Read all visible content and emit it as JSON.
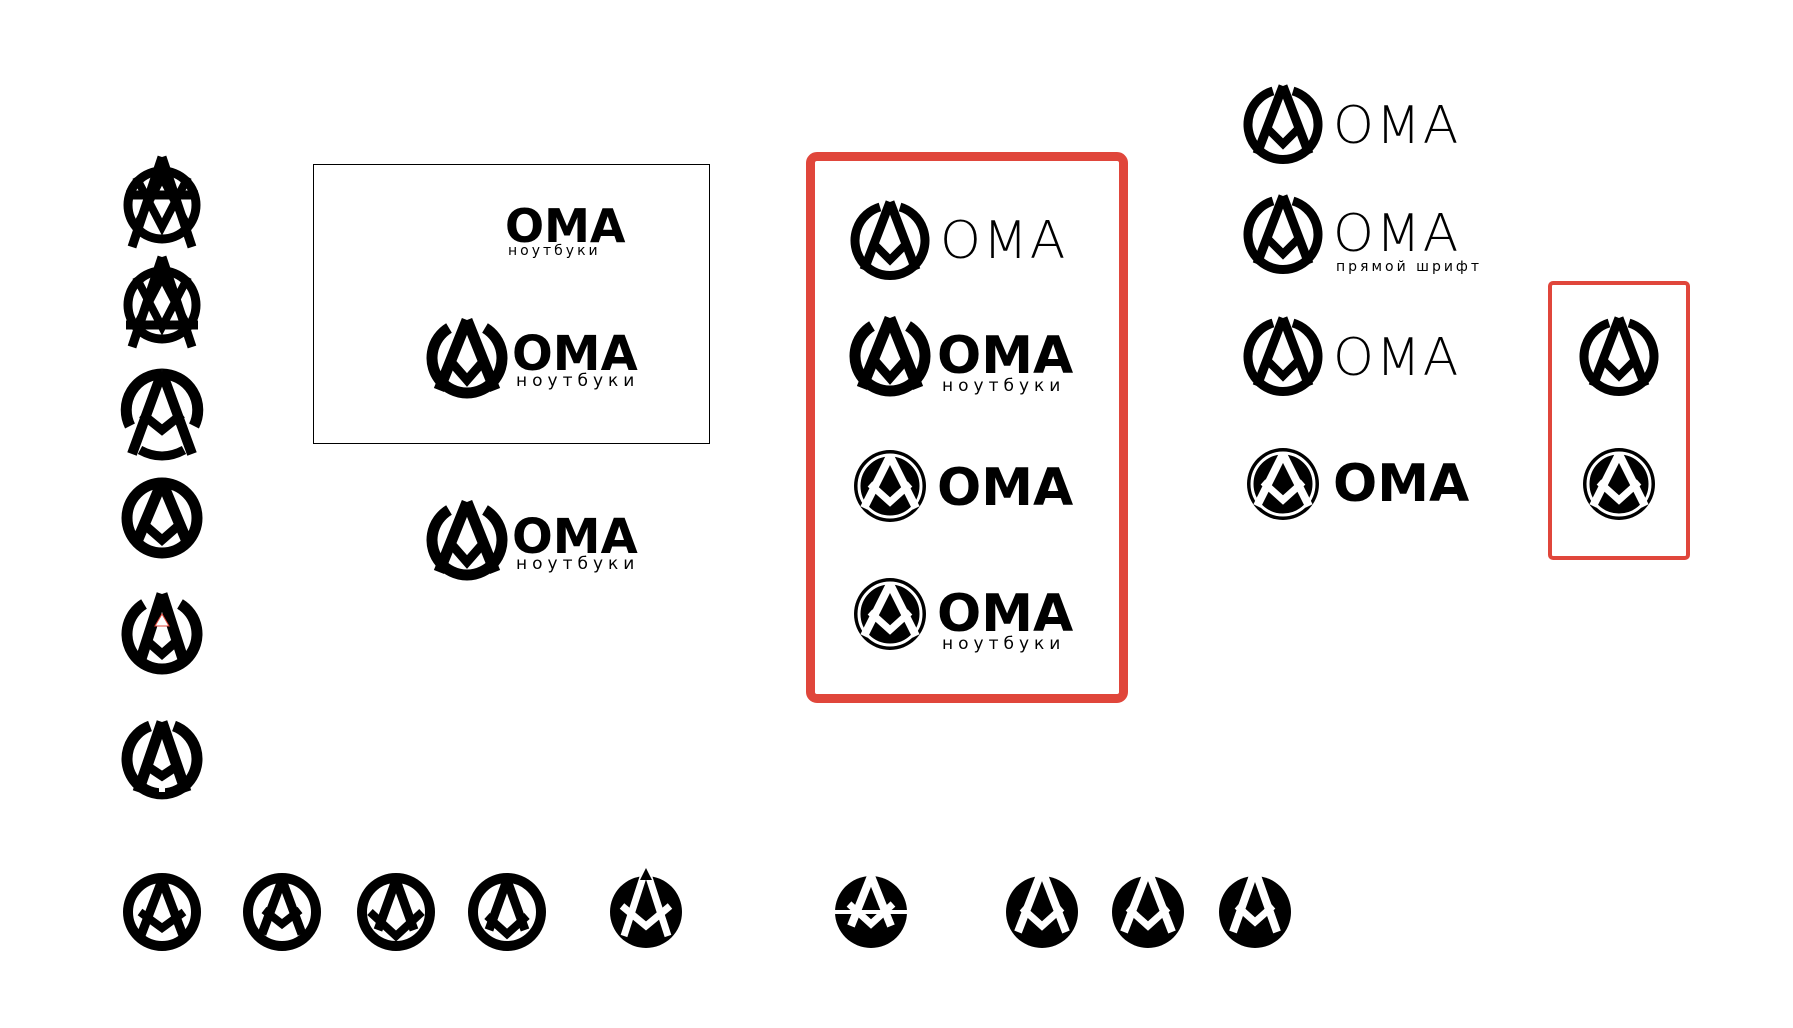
{
  "brand": {
    "wordmark": "OMA",
    "tagline": "ноутбуки",
    "tagline_alt": "прямой шрифт"
  },
  "colors": {
    "mark": "#000000",
    "highlight_frame": "#e0463b",
    "frame_line": "#000000",
    "background": "#ffffff"
  },
  "icon_name": "oma-monogram-icon",
  "groups": {
    "left_column_variants": 6,
    "framed_sheet_lockups": 2,
    "selected_lockups": 4,
    "right_lockups": 4,
    "selected_marks": 2,
    "bottom_row_marks": 9
  }
}
